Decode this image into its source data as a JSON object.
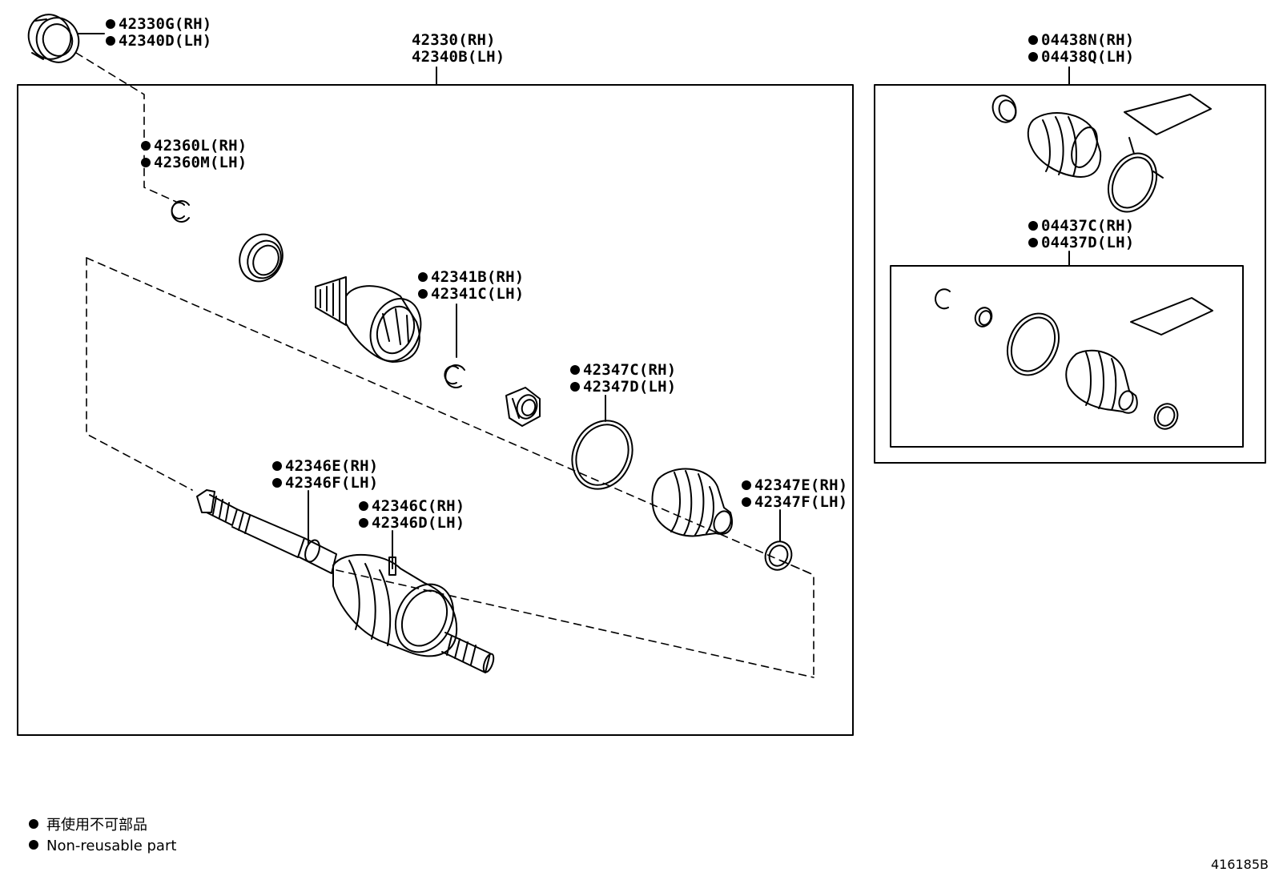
{
  "parts": {
    "dust_deflector": {
      "rh": "42330G(RH)",
      "lh": "42340D(LH)",
      "marked": true
    },
    "shaft_assy": {
      "rh": "42330(RH)",
      "lh": "42340B(LH)",
      "marked": false
    },
    "snap_ring_outer": {
      "rh": "42360L(RH)",
      "lh": "42360M(LH)",
      "marked": true
    },
    "snap_ring_inner": {
      "rh": "42341B(RH)",
      "lh": "42341C(LH)",
      "marked": true
    },
    "boot_clamp_inner": {
      "rh": "42347C(RH)",
      "lh": "42347D(LH)",
      "marked": true
    },
    "boot_clamp_outer": {
      "rh": "42347E(RH)",
      "lh": "42347F(LH)",
      "marked": true
    },
    "boot_band_no1": {
      "rh": "42346E(RH)",
      "lh": "42346F(LH)",
      "marked": true
    },
    "boot_band_no2": {
      "rh": "42346C(RH)",
      "lh": "42346D(LH)",
      "marked": true
    },
    "boot_kit_inboard": {
      "rh": "04438N(RH)",
      "lh": "04438Q(LH)",
      "marked": true
    },
    "boot_kit_outboard": {
      "rh": "04437C(RH)",
      "lh": "04437D(LH)",
      "marked": true
    }
  },
  "legend": {
    "line_jp": "再使用不可部品",
    "line_en": "Non-reusable part"
  },
  "diagram_code": "416185B",
  "colors": {
    "ink": "#000000",
    "background": "#ffffff"
  }
}
